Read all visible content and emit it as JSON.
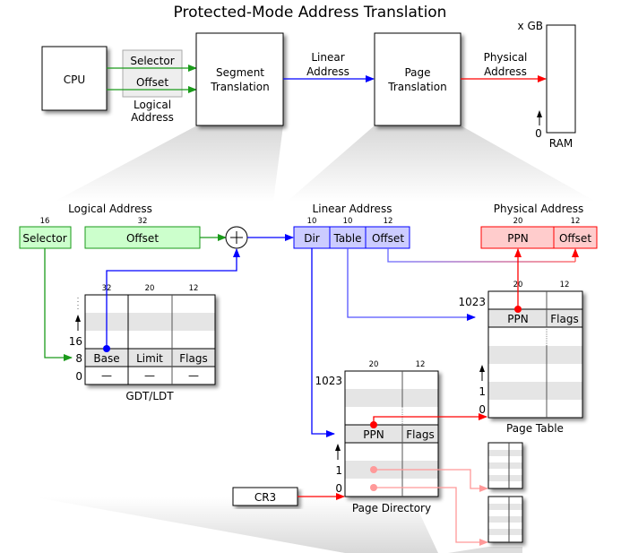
{
  "title": "Protected-Mode Address Translation",
  "overview": {
    "cpu": "CPU",
    "logical_fields": [
      "Selector",
      "Offset"
    ],
    "logical_label": [
      "Logical",
      "Address"
    ],
    "segment_box": [
      "Segment",
      "Translation"
    ],
    "linear_label": [
      "Linear",
      "Address"
    ],
    "page_box": [
      "Page",
      "Translation"
    ],
    "physical_label": [
      "Physical",
      "Address"
    ],
    "ram_top": "x GB",
    "ram_bottom": "0",
    "ram_label": "RAM"
  },
  "logical_address": {
    "heading": "Logical Address",
    "fields": [
      {
        "name": "Selector",
        "bits": "16"
      },
      {
        "name": "Offset",
        "bits": "32"
      }
    ]
  },
  "linear_address": {
    "heading": "Linear Address",
    "fields": [
      {
        "name": "Dir",
        "bits": "10"
      },
      {
        "name": "Table",
        "bits": "10"
      },
      {
        "name": "Offset",
        "bits": "12"
      }
    ]
  },
  "physical_address": {
    "heading": "Physical Address",
    "fields": [
      {
        "name": "PPN",
        "bits": "20"
      },
      {
        "name": "Offset",
        "bits": "12"
      }
    ]
  },
  "gdt": {
    "label": "GDT/LDT",
    "bits": [
      "32",
      "20",
      "12"
    ],
    "columns": [
      "Base",
      "Limit",
      "Flags"
    ],
    "empty_cell": "—",
    "indices": [
      "16",
      "8",
      "0"
    ]
  },
  "page_table": {
    "label": "Page Table",
    "bits": [
      "20",
      "12"
    ],
    "columns": [
      "PPN",
      "Flags"
    ],
    "indices": [
      "1023",
      "1",
      "0"
    ]
  },
  "page_directory": {
    "label": "Page Directory",
    "bits": [
      "20",
      "12"
    ],
    "columns": [
      "PPN",
      "Flags"
    ],
    "indices": [
      "1023",
      "1",
      "0"
    ]
  },
  "cr3": "CR3",
  "colors": {
    "green": "#1a9a1a",
    "green_fill": "#ccffcc",
    "blue": "#0000ff",
    "blue_fill": "#ccccff",
    "red": "#ff0000",
    "red_fill": "#ffcccc",
    "light_red": "#ff9999",
    "stripe": "#e5e5e5"
  }
}
